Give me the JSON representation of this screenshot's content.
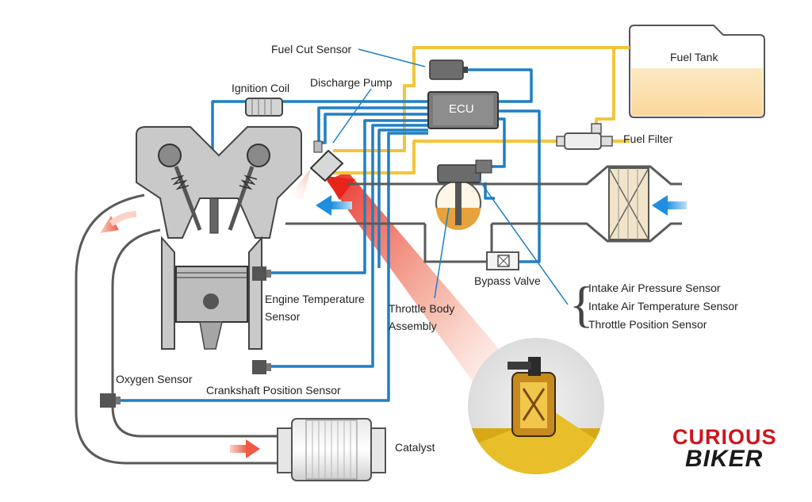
{
  "labels": {
    "fuel_cut_sensor": "Fuel Cut Sensor",
    "discharge_pump": "Discharge Pump",
    "ignition_coil": "Ignition Coil",
    "ecu": "ECU",
    "fuel_tank": "Fuel Tank",
    "fuel_filter": "Fuel Filter",
    "bypass_valve": "Bypass Valve",
    "intake_air_pressure_sensor": "Intake Air Pressure Sensor",
    "intake_air_temperature_sensor": "Intake Air Temperature Sensor",
    "throttle_position_sensor": "Throttle Position Sensor",
    "throttle_body_assembly": "Throttle Body Assembly",
    "engine_temperature_sensor": "Engine Temperature Sensor",
    "oxygen_sensor": "Oxygen Sensor",
    "crankshaft_position_sensor": "Crankshaft Position Sensor",
    "catalyst": "Catalyst"
  },
  "logo": {
    "line1": "CURIOUS",
    "line2": "BIKER"
  },
  "colors": {
    "wire_blue": "#1f7fc4",
    "fuel_yellow": "#f3c53c",
    "pipe_gray": "#5a5a5a",
    "engine_gray": "#c9c9c9",
    "arrow_red": "#e8251c",
    "airflow_blue": "#3aa0e0",
    "logo_red": "#d0141d"
  }
}
